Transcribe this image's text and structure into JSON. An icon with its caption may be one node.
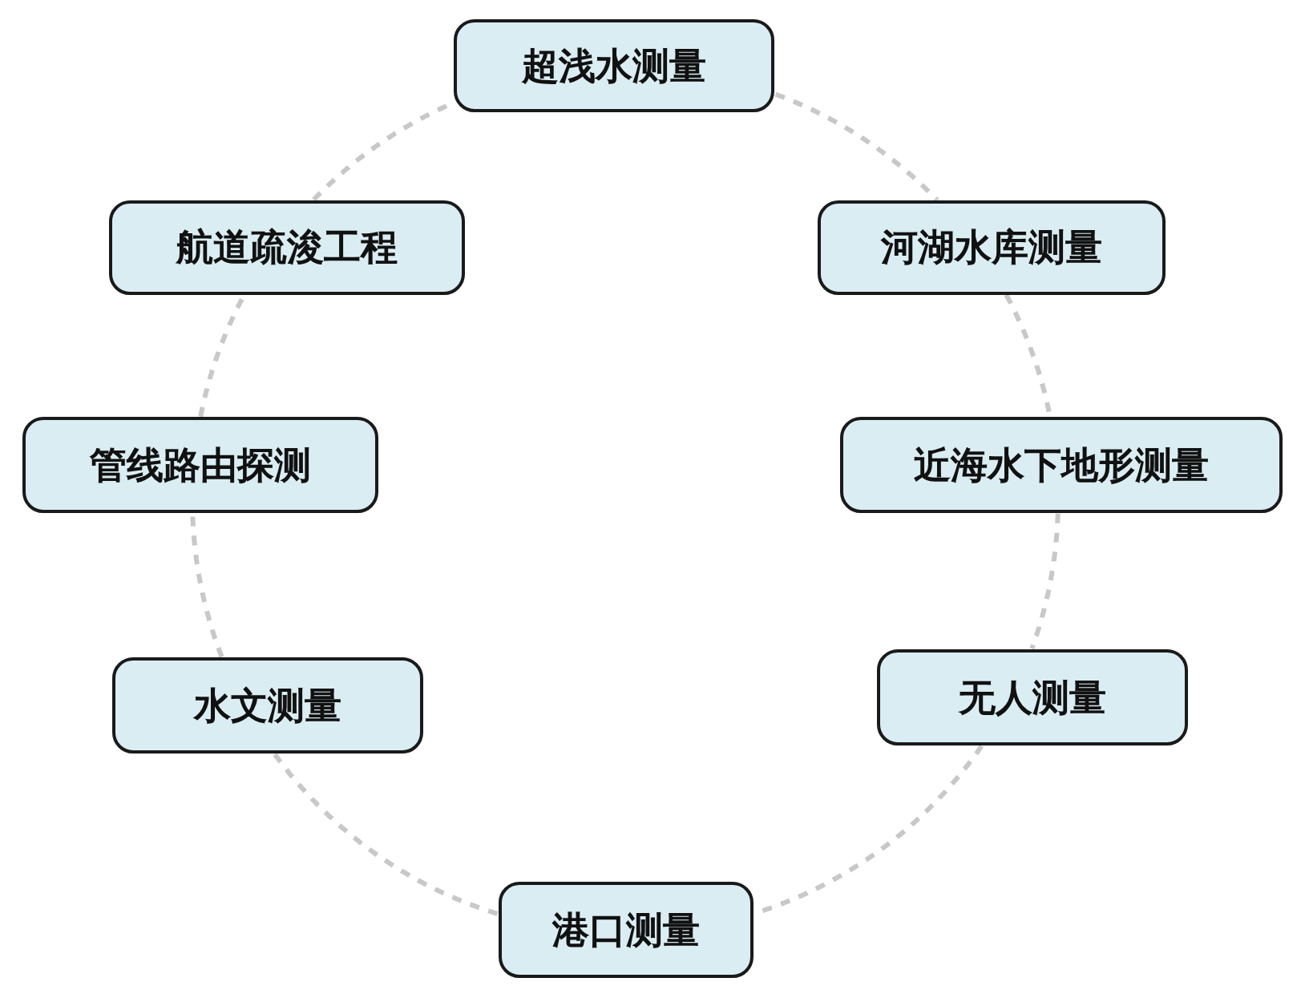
{
  "diagram": {
    "nodes": [
      {
        "text": [
          "超浅水测量"
        ]
      },
      {
        "text": [
          "航道疏浚工程"
        ]
      },
      {
        "text": [
          "河湖水库测量"
        ]
      },
      {
        "text": [
          "管线路由探测"
        ]
      },
      {
        "text": [
          "近海水下地形测量"
        ]
      },
      {
        "text": [
          "水文测量"
        ]
      },
      {
        "text": [
          "无人测量"
        ]
      },
      {
        "text": [
          "港口测量"
        ]
      }
    ],
    "edges": [
      {
        "from": 0,
        "to": 2,
        "arrow": "none",
        "style": "dashed"
      },
      {
        "from": 2,
        "to": 4,
        "arrow": "none",
        "style": "dashed"
      },
      {
        "from": 4,
        "to": 6,
        "arrow": "none",
        "style": "dashed"
      },
      {
        "from": 6,
        "to": 7,
        "arrow": "none",
        "style": "dashed"
      },
      {
        "from": 7,
        "to": 5,
        "arrow": "none",
        "style": "dashed"
      },
      {
        "from": 5,
        "to": 3,
        "arrow": "none",
        "style": "dashed"
      },
      {
        "from": 3,
        "to": 1,
        "arrow": "none",
        "style": "dashed"
      },
      {
        "from": 1,
        "to": 0,
        "arrow": "none",
        "style": "dashed"
      }
    ]
  }
}
